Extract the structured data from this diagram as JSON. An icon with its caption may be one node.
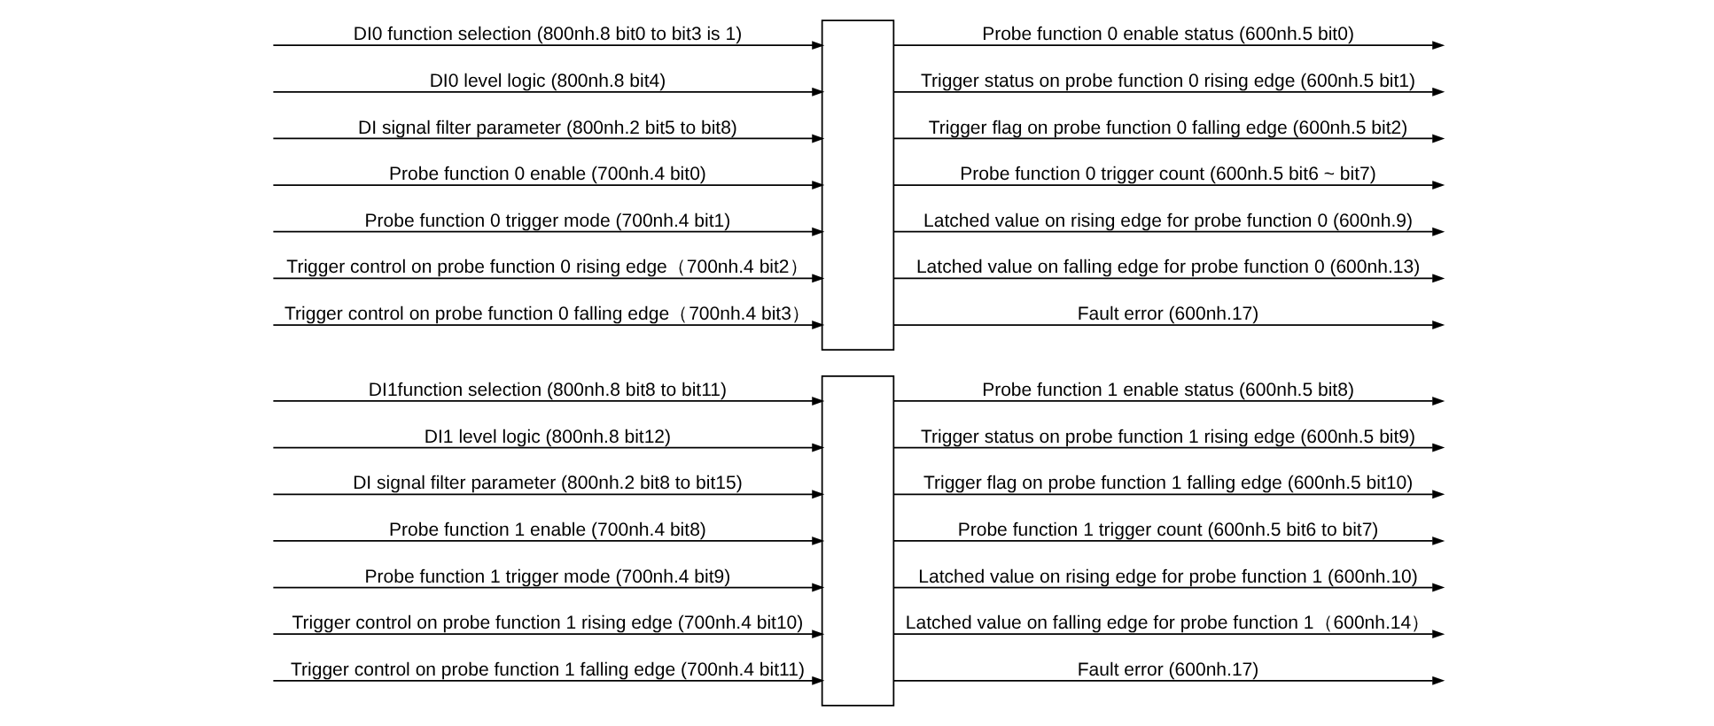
{
  "diagram": {
    "nodes": [
      {
        "text": [],
        "shape": "box"
      },
      {
        "text": [],
        "shape": "box"
      }
    ],
    "edges": [
      {
        "from": null,
        "to": 0,
        "arrow": "to",
        "label": "DI0 function selection (800nh.8 bit0 to bit3 is 1)"
      },
      {
        "from": null,
        "to": 0,
        "arrow": "to",
        "label": "DI0 level logic (800nh.8 bit4)"
      },
      {
        "from": null,
        "to": 0,
        "arrow": "to",
        "label": "DI signal filter parameter (800nh.2 bit5 to bit8)"
      },
      {
        "from": null,
        "to": 0,
        "arrow": "to",
        "label": "Probe function 0 enable (700nh.4 bit0)"
      },
      {
        "from": null,
        "to": 0,
        "arrow": "to",
        "label": "Probe function 0 trigger mode (700nh.4 bit1)"
      },
      {
        "from": null,
        "to": 0,
        "arrow": "to",
        "label": "Trigger control on probe function 0 rising edge（700nh.4 bit2）"
      },
      {
        "from": null,
        "to": 0,
        "arrow": "to",
        "label": "Trigger control on probe function 0 falling edge（700nh.4 bit3）"
      },
      {
        "from": 0,
        "to": null,
        "arrow": "to",
        "label": "Probe function 0 enable status (600nh.5 bit0)"
      },
      {
        "from": 0,
        "to": null,
        "arrow": "to",
        "label": "Trigger status on probe function 0 rising edge (600nh.5 bit1)"
      },
      {
        "from": 0,
        "to": null,
        "arrow": "to",
        "label": "Trigger flag on probe function 0 falling edge (600nh.5 bit2)"
      },
      {
        "from": 0,
        "to": null,
        "arrow": "to",
        "label": "Probe function 0 trigger count (600nh.5 bit6 ~ bit7)"
      },
      {
        "from": 0,
        "to": null,
        "arrow": "to",
        "label": "Latched value on rising edge for probe function 0 (600nh.9)"
      },
      {
        "from": 0,
        "to": null,
        "arrow": "to",
        "label": "Latched value on falling edge for probe function 0 (600nh.13)"
      },
      {
        "from": 0,
        "to": null,
        "arrow": "to",
        "label": "Fault error (600nh.17)"
      },
      {
        "from": null,
        "to": 1,
        "arrow": "to",
        "label": "DI1function selection (800nh.8 bit8 to bit11)"
      },
      {
        "from": null,
        "to": 1,
        "arrow": "to",
        "label": "DI1 level logic (800nh.8 bit12)"
      },
      {
        "from": null,
        "to": 1,
        "arrow": "to",
        "label": "DI signal filter parameter (800nh.2 bit8 to bit15)"
      },
      {
        "from": null,
        "to": 1,
        "arrow": "to",
        "label": "Probe function 1 enable (700nh.4 bit8)"
      },
      {
        "from": null,
        "to": 1,
        "arrow": "to",
        "label": "Probe function 1 trigger mode (700nh.4 bit9)"
      },
      {
        "from": null,
        "to": 1,
        "arrow": "to",
        "label": "Trigger control on probe function 1 rising edge (700nh.4 bit10)"
      },
      {
        "from": null,
        "to": 1,
        "arrow": "to",
        "label": "Trigger control on probe function 1 falling edge (700nh.4 bit11)"
      },
      {
        "from": 1,
        "to": null,
        "arrow": "to",
        "label": "Probe function 1 enable status (600nh.5 bit8)"
      },
      {
        "from": 1,
        "to": null,
        "arrow": "to",
        "label": "Trigger status on probe function 1 rising edge (600nh.5 bit9)"
      },
      {
        "from": 1,
        "to": null,
        "arrow": "to",
        "label": "Trigger flag on probe function 1 falling edge (600nh.5 bit10)"
      },
      {
        "from": 1,
        "to": null,
        "arrow": "to",
        "label": "Probe function 1 trigger count (600nh.5 bit6 to bit7)"
      },
      {
        "from": 1,
        "to": null,
        "arrow": "to",
        "label": "Latched value on rising edge for probe function 1 (600nh.10)"
      },
      {
        "from": 1,
        "to": null,
        "arrow": "to",
        "label": "Latched value on falling edge for probe function 1（600nh.14）"
      },
      {
        "from": 1,
        "to": null,
        "arrow": "to",
        "label": "Fault error (600nh.17)"
      }
    ]
  }
}
